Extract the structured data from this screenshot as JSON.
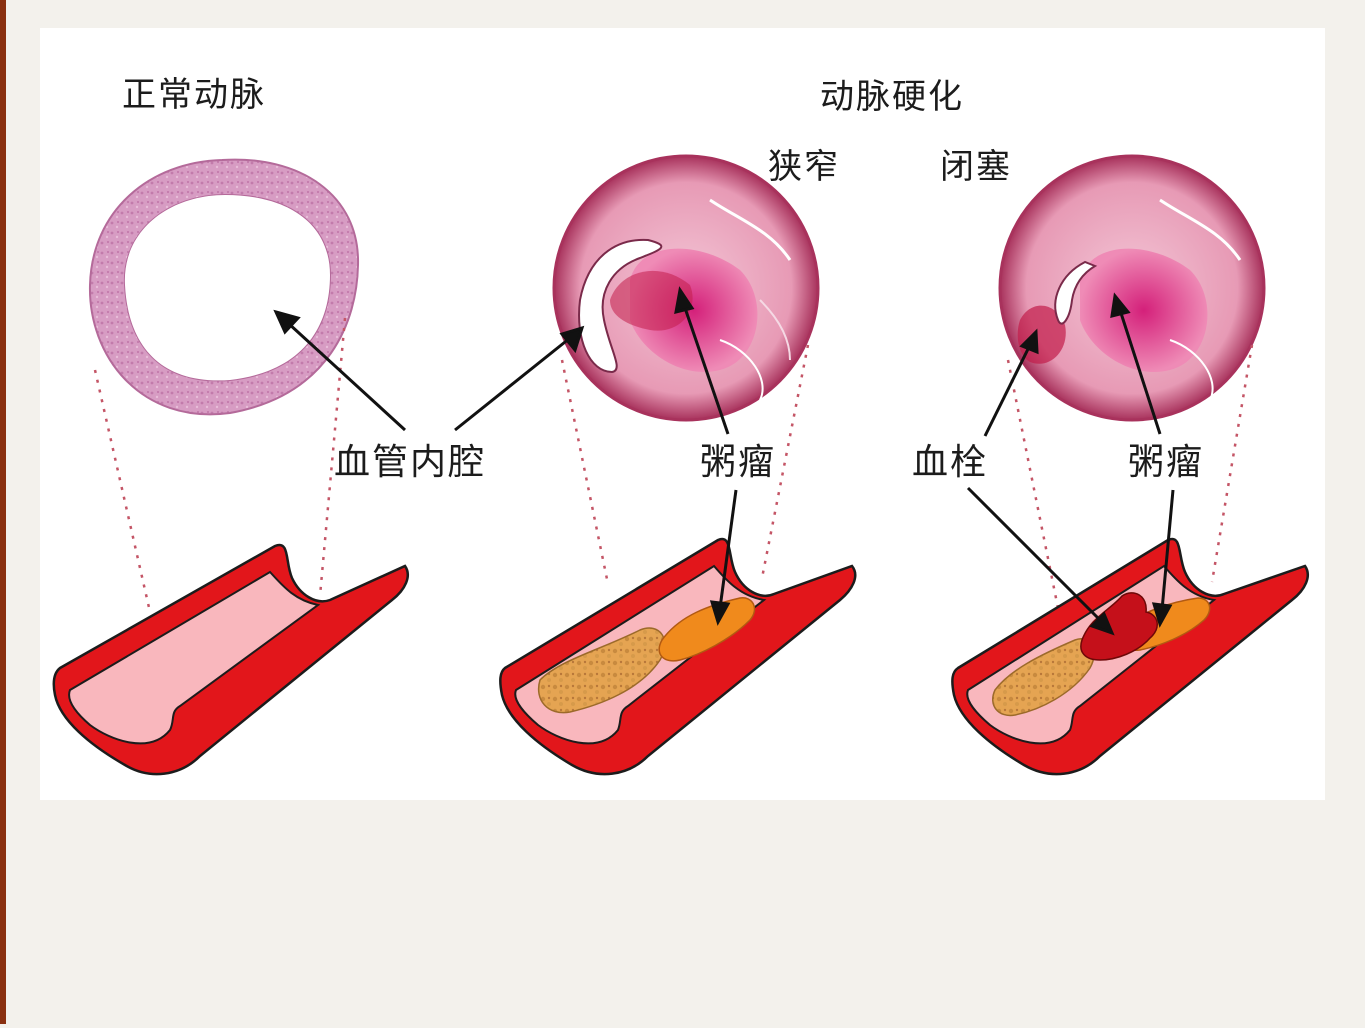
{
  "panels": {
    "normal": {
      "title": "正常动脉"
    },
    "diseased": {
      "title": "动脉硬化",
      "stage_narrowing": "狭窄",
      "stage_occlusion": "闭塞"
    }
  },
  "labels": {
    "lumen": "血管内腔",
    "plaque_1": "粥瘤",
    "thrombus": "血栓",
    "plaque_2": "粥瘤"
  }
}
